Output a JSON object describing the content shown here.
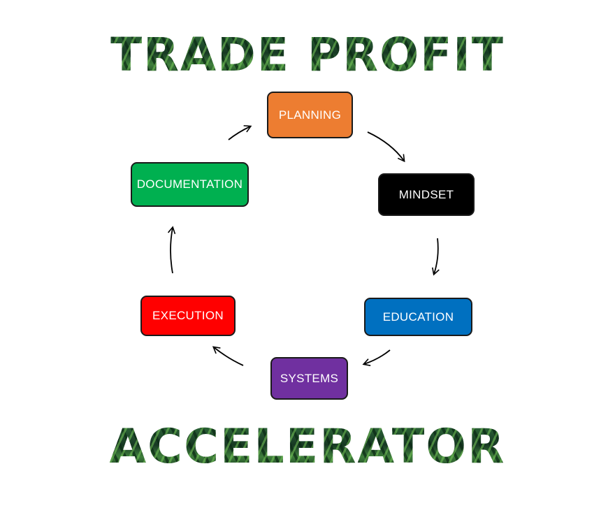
{
  "title_top": "TRADE PROFIT",
  "title_bottom": "ACCELERATOR",
  "nodes": [
    {
      "id": "planning",
      "label": "PLANNING",
      "color": "#ED7D31"
    },
    {
      "id": "mindset",
      "label": "MINDSET",
      "color": "#000000"
    },
    {
      "id": "education",
      "label": "EDUCATION",
      "color": "#0070C0"
    },
    {
      "id": "systems",
      "label": "SYSTEMS",
      "color": "#7030A0"
    },
    {
      "id": "execution",
      "label": "EXECUTION",
      "color": "#FF0000"
    },
    {
      "id": "documentation",
      "label": "DOCUMENTATION",
      "color": "#00B050"
    }
  ],
  "cycle": [
    "planning",
    "mindset",
    "education",
    "systems",
    "execution",
    "documentation",
    "planning"
  ]
}
